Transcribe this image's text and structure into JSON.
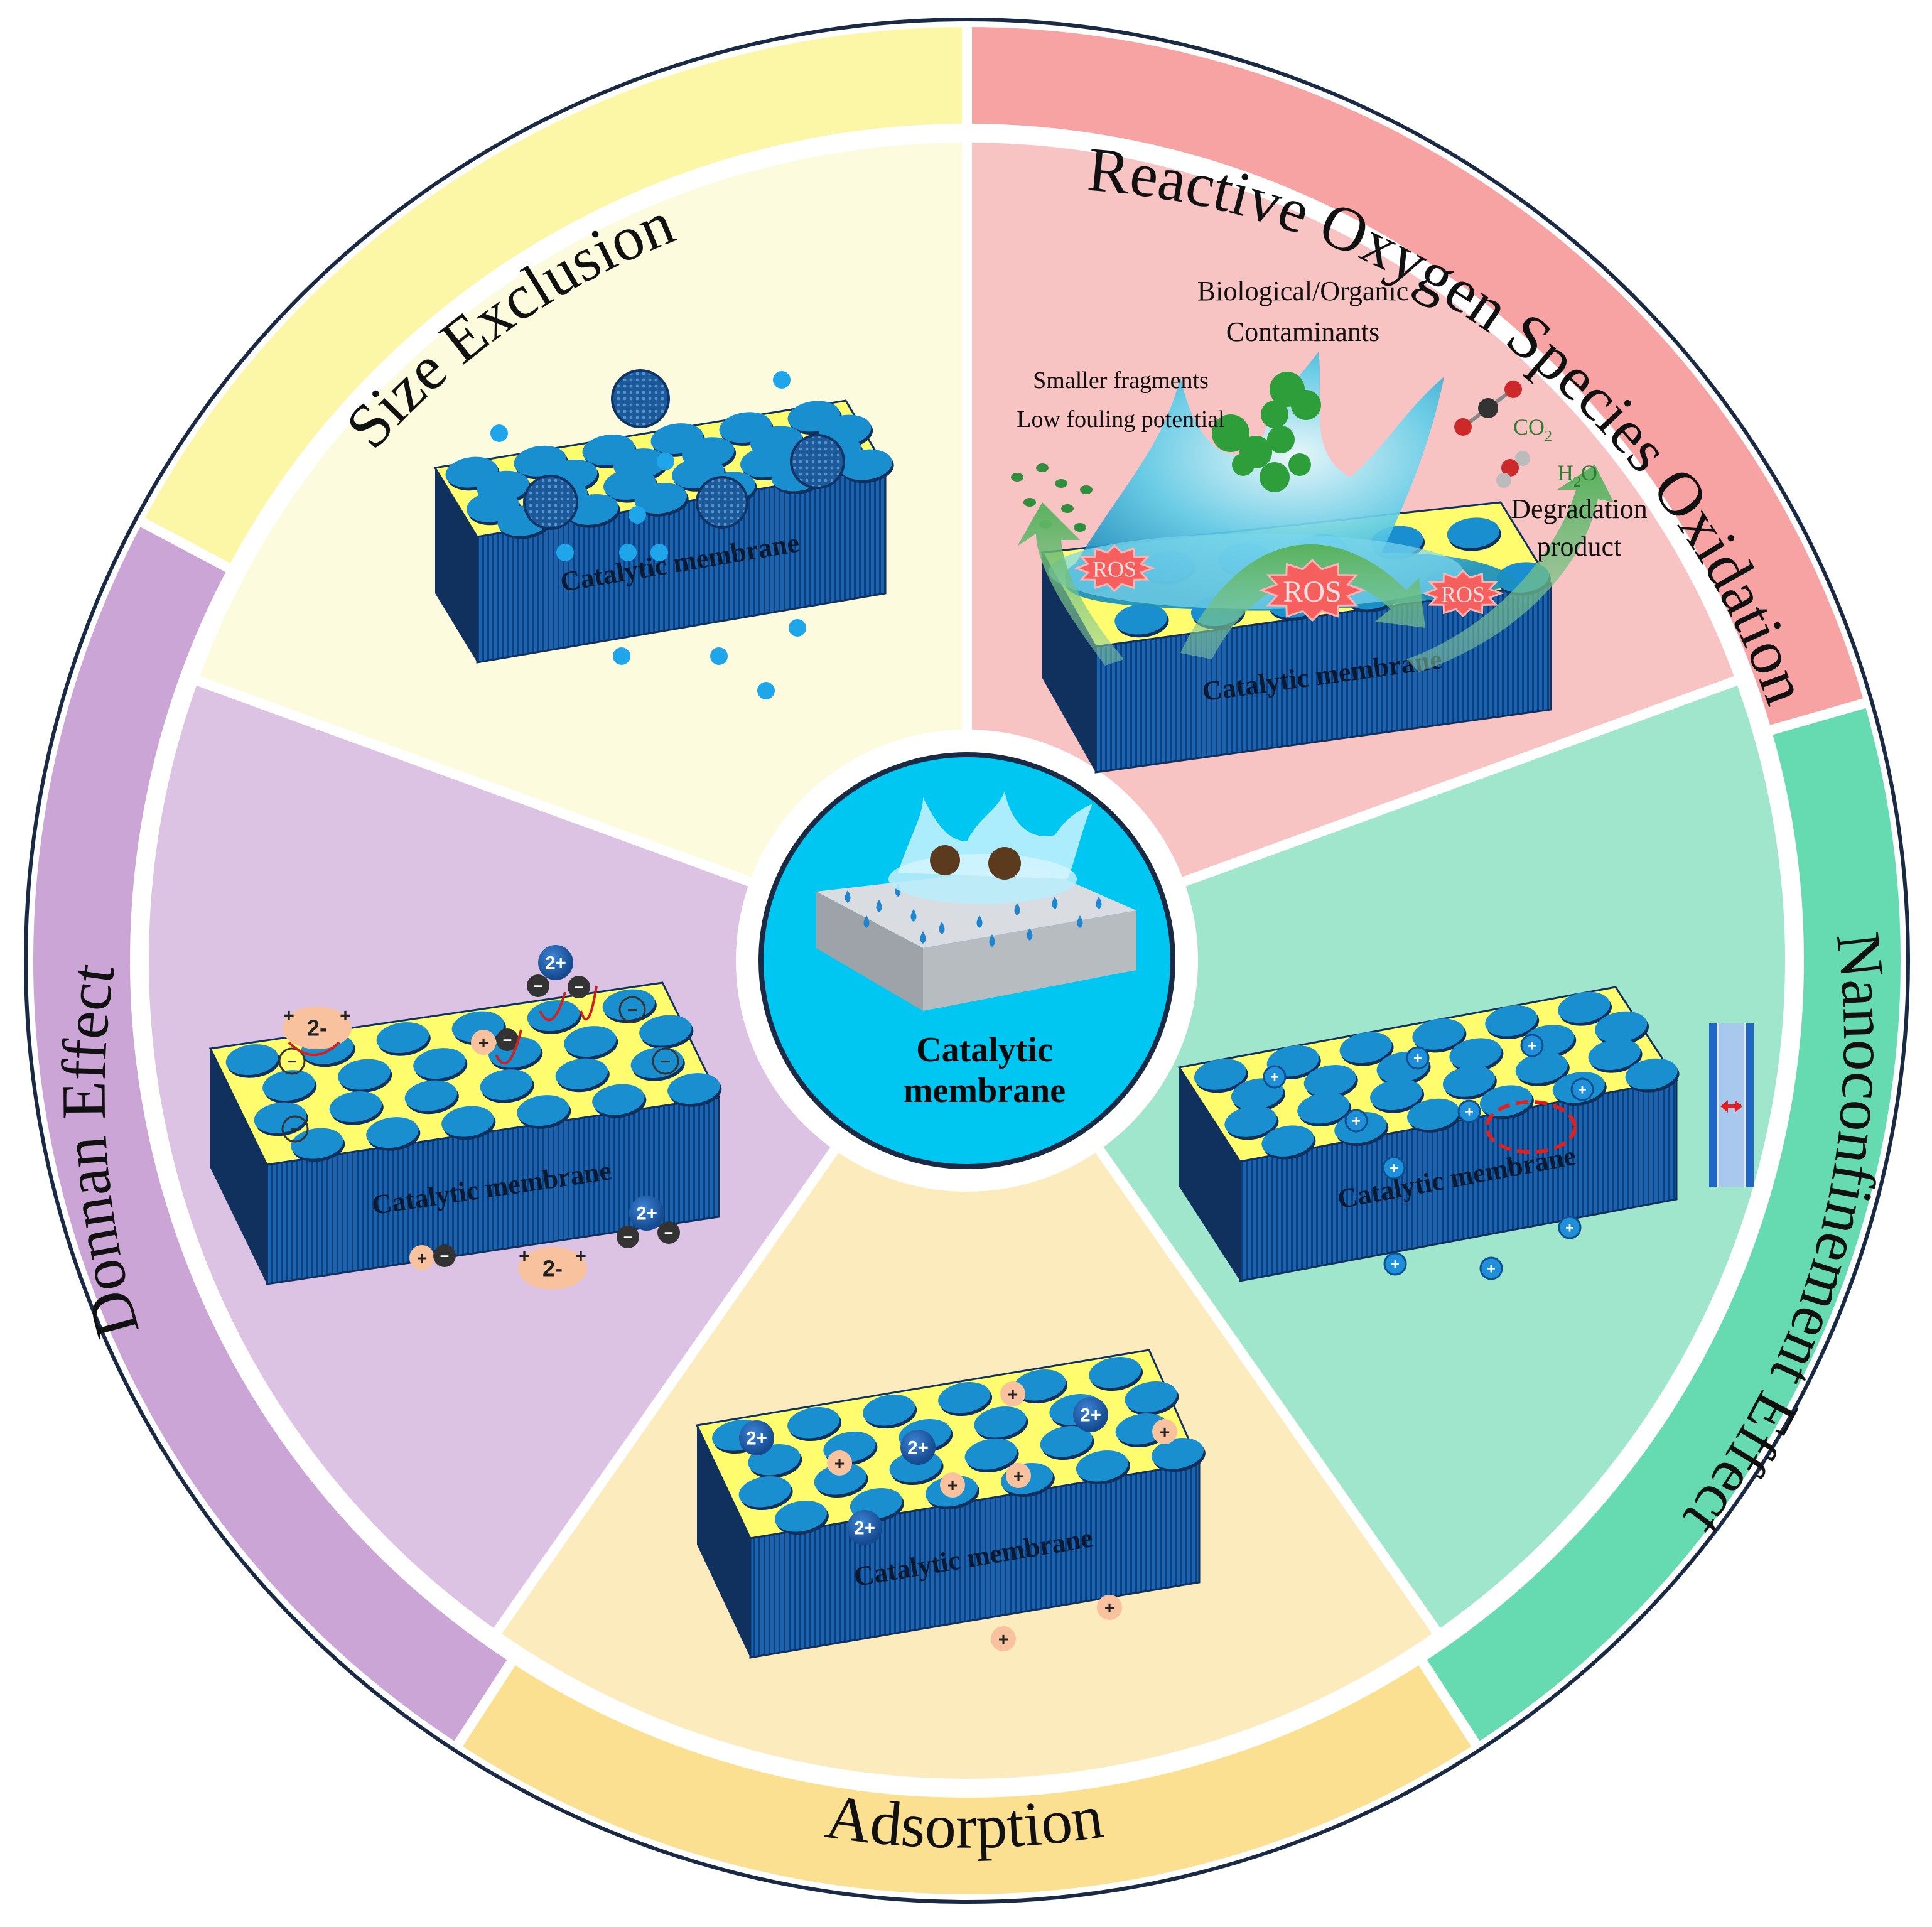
{
  "sectors": [
    {
      "id": "size-exclusion",
      "label": "Size Exclusion",
      "band_color": "#fbf7a6",
      "inner_color": "#fdfbdd"
    },
    {
      "id": "ros-oxidation",
      "label": "Reactive Oxygen Species Oxidation",
      "band_color": "#f7a3a3",
      "inner_color": "#f8c3c3"
    },
    {
      "id": "nanoconfinement",
      "label": "Nanoconfinement Effect",
      "band_color": "#66dbb2",
      "inner_color": "#9fe6cc"
    },
    {
      "id": "adsorption",
      "label": "Adsorption",
      "band_color": "#fbe092",
      "inner_color": "#fcebbc"
    },
    {
      "id": "donnan",
      "label": "Donnan Effect",
      "band_color": "#cba5d6",
      "inner_color": "#dcc3e4"
    }
  ],
  "membrane_label": "Catalytic membrane",
  "center": {
    "line1": "Catalytic",
    "line2": "membrane",
    "color": "#00c6f2"
  },
  "ros_annotations": {
    "contaminants_line1": "Biological/Organic",
    "contaminants_line2": "Contaminants",
    "fragments_line1": "Smaller fragments",
    "fragments_line2": "Low fouling potential",
    "co2": "CO",
    "co2_sub": "2",
    "h2o_h": "H",
    "h2o_sub": "2",
    "h2o_o": "O",
    "degradation_line1": "Degradation",
    "degradation_line2": "product",
    "ros_badge": "ROS"
  },
  "ions": {
    "divalent_cation": "2+",
    "cation": "+",
    "anion": "−",
    "divalent_anion": "2-"
  },
  "colors": {
    "membrane_top": "#fffd6e",
    "membrane_side": "#0f5fae",
    "membrane_dark": "#10305e",
    "pore": "#1a8fd0",
    "small_particle": "#1fa6ea",
    "large_particle": "#1b5a9a",
    "anion": "#333333",
    "cation_orange": "#f7c29d",
    "ring_border": "#ffffff"
  }
}
